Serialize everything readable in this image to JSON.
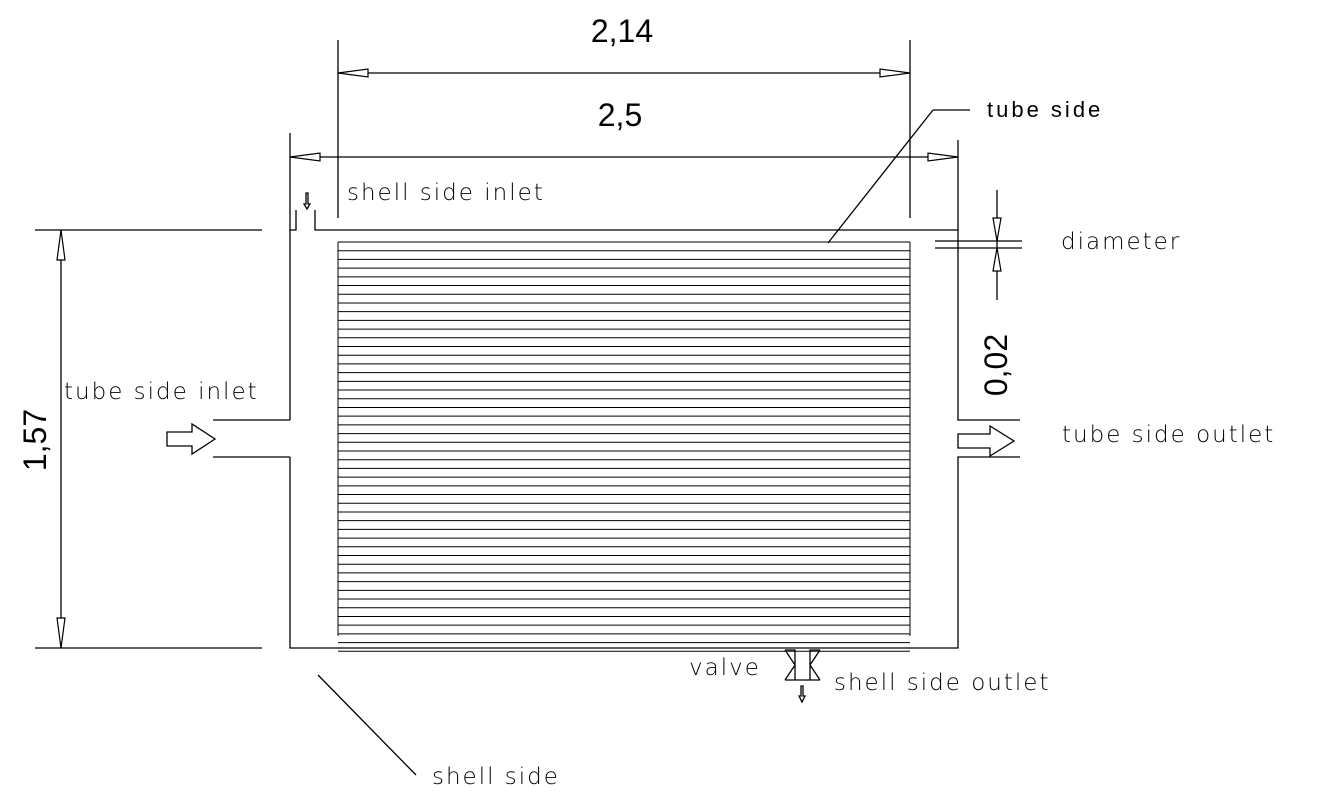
{
  "dimensions": {
    "tube_length": "2,14",
    "shell_length": "2,5",
    "shell_height": "1,57",
    "tube_diameter": "0,02"
  },
  "labels": {
    "tube_side": "tube side",
    "shell_side_inlet": "shell side inlet",
    "diameter": "diameter",
    "tube_side_inlet": "tube side inlet",
    "tube_side_outlet": "tube side outlet",
    "valve": "valve",
    "shell_side_outlet": "shell side outlet",
    "shell_side": "shell side"
  },
  "tube_bundle": {
    "tube_count": 48
  },
  "colors": {
    "stroke": "#000000",
    "background": "#ffffff"
  }
}
